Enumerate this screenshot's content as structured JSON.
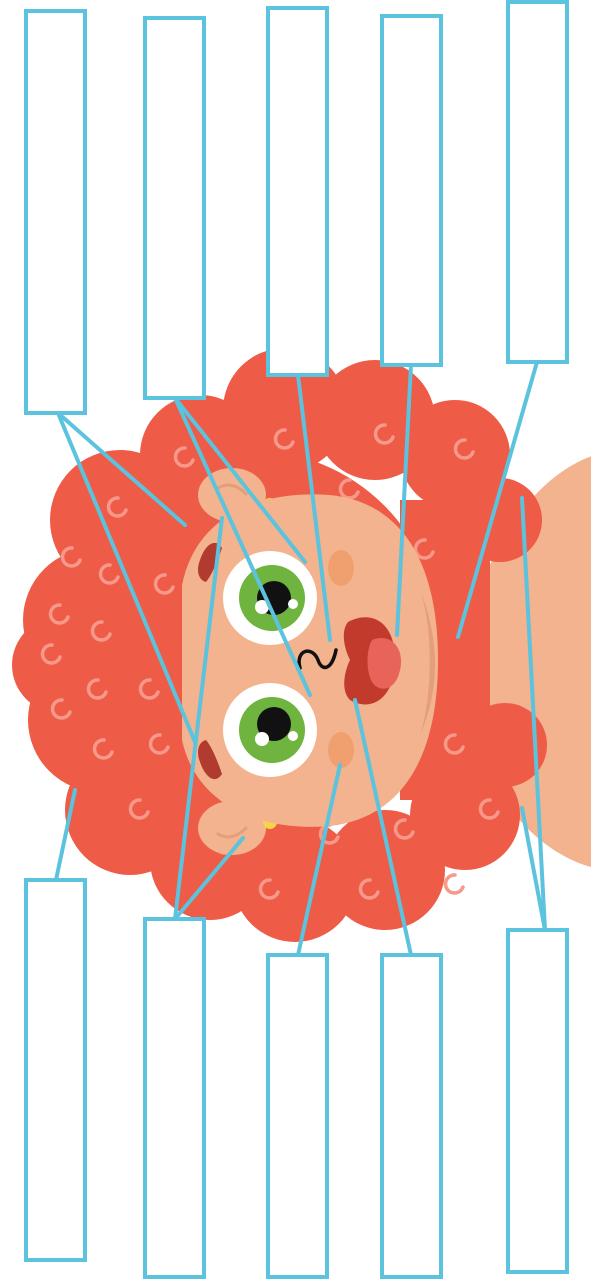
{
  "worksheet": {
    "type": "label-the-face-parts",
    "labels": [
      {
        "name": "label-box-top-1",
        "text": ""
      },
      {
        "name": "label-box-top-2",
        "text": ""
      },
      {
        "name": "label-box-top-3",
        "text": ""
      },
      {
        "name": "label-box-top-4",
        "text": ""
      },
      {
        "name": "label-box-top-5",
        "text": ""
      },
      {
        "name": "label-box-bottom-1",
        "text": ""
      },
      {
        "name": "label-box-bottom-2",
        "text": ""
      },
      {
        "name": "label-box-bottom-3",
        "text": ""
      },
      {
        "name": "label-box-bottom-4",
        "text": ""
      },
      {
        "name": "label-box-bottom-5",
        "text": ""
      }
    ],
    "parts_pointed_at": [
      "hair",
      "eyebrows",
      "eyes",
      "ears",
      "earrings",
      "cheeks",
      "nose",
      "mouth",
      "tongue",
      "neck"
    ]
  },
  "colors": {
    "box_outline": "#5bc3dd",
    "hair": "#ee5b46",
    "hair_curl": "#f6998a",
    "skin": "#f2b38e",
    "skin_shadow": "#e39e7a",
    "eyebrow": "#b23b2f",
    "iris": "#6fb43f",
    "pupil": "#111111",
    "earring": "#f5d44b",
    "cheek": "#f0a06e",
    "lip": "#c23a2c",
    "tongue": "#e8635a"
  }
}
